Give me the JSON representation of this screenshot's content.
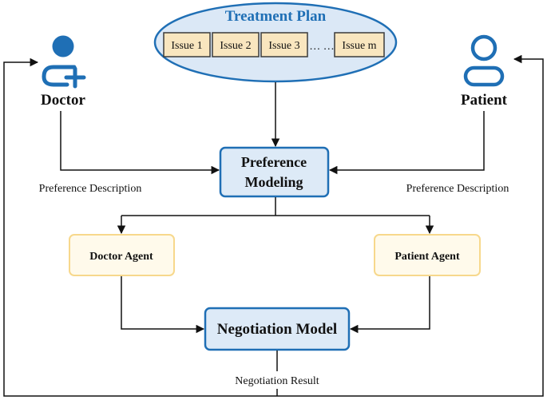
{
  "treatment_plan": {
    "title": "Treatment Plan",
    "issues": [
      "Issue 1",
      "Issue 2",
      "Issue 3",
      "Issue m"
    ],
    "ellipsis": "… …"
  },
  "doctor": {
    "label": "Doctor",
    "icon": "doctor-add-user-icon"
  },
  "patient": {
    "label": "Patient",
    "icon": "patient-user-icon"
  },
  "preference_modeling": {
    "line1": "Preference",
    "line2": "Modeling"
  },
  "preference_description_left": "Preference Description",
  "preference_description_right": "Preference Description",
  "doctor_agent": "Doctor Agent",
  "patient_agent": "Patient Agent",
  "negotiation_model": "Negotiation Model",
  "negotiation_result": "Negotiation Result",
  "colors": {
    "accent_blue": "#1f6fb5",
    "ellipse_fill": "#dbe8f6",
    "issue_fill": "#f9e6bf",
    "issue_border": "#3a3a3a",
    "box_fill": "#ddeaf7",
    "agent_fill": "#fffaeb",
    "agent_border": "#f7d88c"
  }
}
